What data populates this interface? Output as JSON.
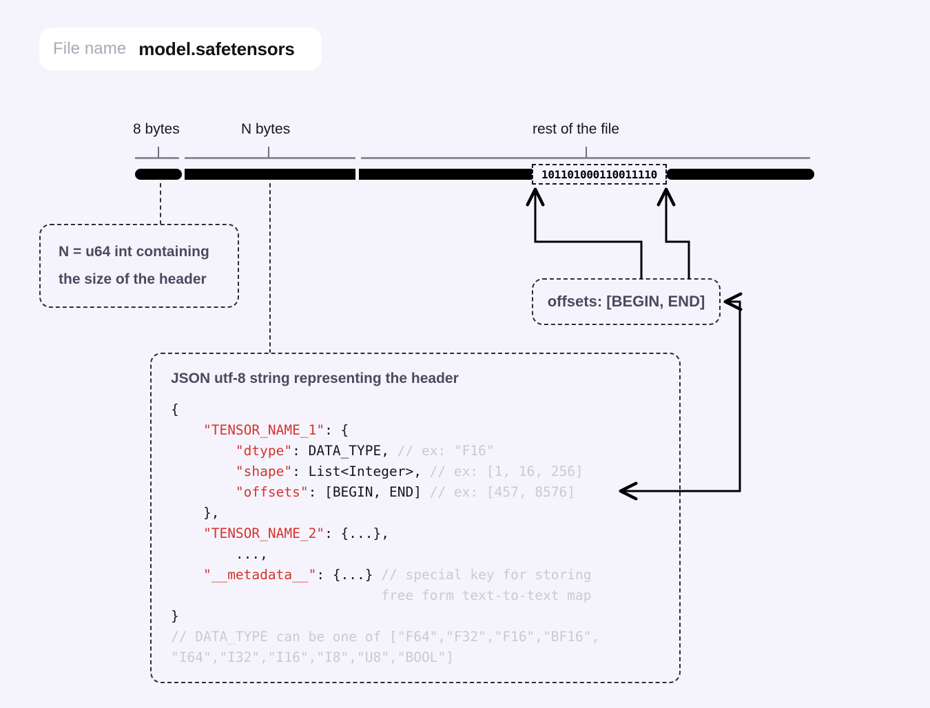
{
  "filename": {
    "label": "File name",
    "value": "model.safetensors"
  },
  "bytemap": {
    "segments": [
      {
        "label": "8 bytes"
      },
      {
        "label": "N bytes"
      },
      {
        "label": "rest of the file"
      }
    ],
    "binary_chip": "101101000110011110"
  },
  "callouts": {
    "n_box": {
      "line1": "N = u64 int containing",
      "line2": "the size of the header"
    },
    "offsets_box": {
      "text": "offsets: [BEGIN, END]"
    }
  },
  "json_block": {
    "title": "JSON utf-8 string representing the header",
    "lines": [
      {
        "parts": [
          {
            "t": "{",
            "s": "p"
          }
        ]
      },
      {
        "parts": [
          {
            "t": "    ",
            "s": "p"
          },
          {
            "t": "\"TENSOR_NAME_1\"",
            "s": "k"
          },
          {
            "t": ": {",
            "s": "p"
          }
        ]
      },
      {
        "parts": [
          {
            "t": "        ",
            "s": "p"
          },
          {
            "t": "\"dtype\"",
            "s": "k"
          },
          {
            "t": ": DATA_TYPE, ",
            "s": "p"
          },
          {
            "t": "// ex: \"F16\"",
            "s": "c"
          }
        ]
      },
      {
        "parts": [
          {
            "t": "        ",
            "s": "p"
          },
          {
            "t": "\"shape\"",
            "s": "k"
          },
          {
            "t": ": List<Integer>, ",
            "s": "p"
          },
          {
            "t": "// ex: [1, 16, 256]",
            "s": "c"
          }
        ]
      },
      {
        "parts": [
          {
            "t": "        ",
            "s": "p"
          },
          {
            "t": "\"offsets\"",
            "s": "k"
          },
          {
            "t": ": [BEGIN, END] ",
            "s": "p"
          },
          {
            "t": "// ex: [457, 8576]",
            "s": "c"
          }
        ]
      },
      {
        "parts": [
          {
            "t": "    },",
            "s": "p"
          }
        ]
      },
      {
        "parts": [
          {
            "t": "    ",
            "s": "p"
          },
          {
            "t": "\"TENSOR_NAME_2\"",
            "s": "k"
          },
          {
            "t": ": {...},",
            "s": "p"
          }
        ]
      },
      {
        "parts": [
          {
            "t": "        ...,",
            "s": "p"
          }
        ]
      },
      {
        "parts": [
          {
            "t": "    ",
            "s": "p"
          },
          {
            "t": "\"__metadata__\"",
            "s": "k"
          },
          {
            "t": ": {...} ",
            "s": "p"
          },
          {
            "t": "// special key for storing",
            "s": "c"
          }
        ]
      },
      {
        "parts": [
          {
            "t": "                          ",
            "s": "p"
          },
          {
            "t": "free form text-to-text map",
            "s": "c"
          }
        ]
      },
      {
        "parts": [
          {
            "t": "}",
            "s": "p"
          }
        ]
      },
      {
        "parts": [
          {
            "t": "// DATA_TYPE can be one of [\"F64\",\"F32\",\"F16\",\"BF16\",",
            "s": "c"
          }
        ]
      },
      {
        "parts": [
          {
            "t": "\"I64\",\"I32\",\"I16\",\"I8\",\"U8\",\"BOOL\"]",
            "s": "c"
          }
        ]
      }
    ]
  },
  "colors": {
    "background": "#f5f4fd",
    "bar": "#000000",
    "key_red": "#d6342c",
    "comment_gray": "#c9c9d4",
    "text_dark": "#3d3d55",
    "ruler_gray": "#8b8b99"
  }
}
